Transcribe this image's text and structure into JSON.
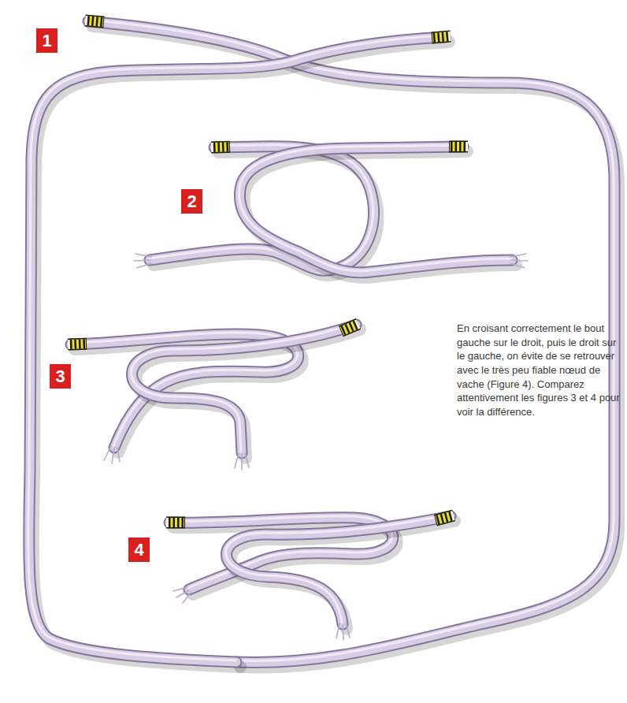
{
  "diagram": {
    "nodes": [
      {
        "text": [
          "1"
        ]
      },
      {
        "text": [
          "2"
        ]
      },
      {
        "text": [
          "3"
        ]
      },
      {
        "text": [
          "4"
        ]
      }
    ],
    "labels": [
      "En croisant correctement le bout gauche sur le droit, puis le droit sur le gauche, on évite de se retrouver avec le très peu fiable nœud de vache (Figure 4). Comparez attentivement les figures 3 et 4 pour voir la différence."
    ]
  }
}
